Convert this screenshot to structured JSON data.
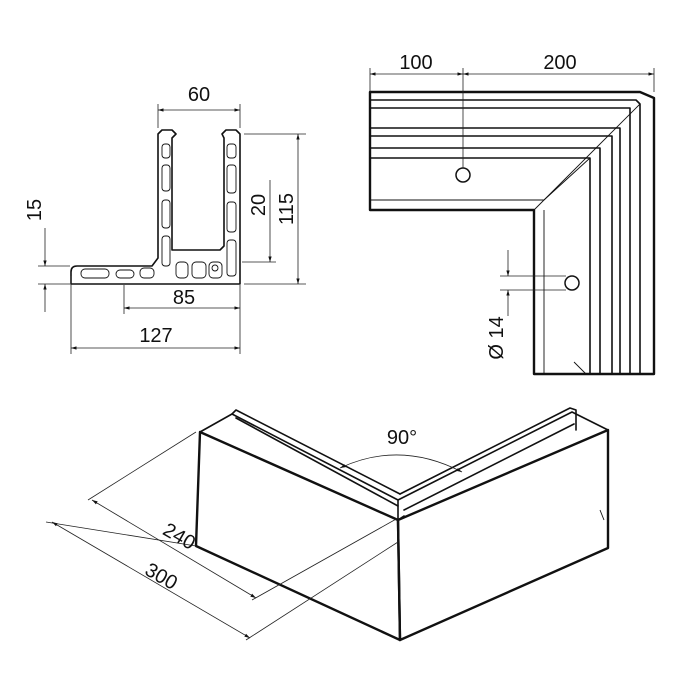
{
  "profile_section": {
    "dim_width_top": "60",
    "dim_height_total": "115",
    "dim_inner_height": "20",
    "dim_base_thickness": "15",
    "dim_inner_base": "85",
    "dim_total_width": "127"
  },
  "top_view": {
    "dim_leg_short": "100",
    "dim_leg_long": "200",
    "dim_hole_diameter": "Ø 14"
  },
  "iso_view": {
    "dim_angle": "90°",
    "dim_inner_length": "240",
    "dim_outer_length": "300"
  }
}
